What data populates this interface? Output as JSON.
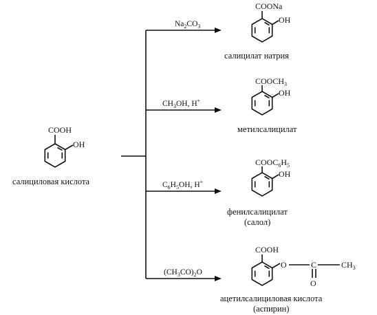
{
  "start": {
    "group": "COOH",
    "oh": "OH",
    "name": "салициловая кислота"
  },
  "reactions": [
    {
      "reagent_parts": [
        "Na",
        "2",
        "CO",
        "3"
      ],
      "product_group": "COONa",
      "product_oh": "OH",
      "product_name": "салицилат натрия"
    },
    {
      "reagent_parts": [
        "CH",
        "3",
        "OH, H",
        "+"
      ],
      "product_group_parts": [
        "COOCH",
        "3"
      ],
      "product_oh": "OH",
      "product_name": "метилсалицилат"
    },
    {
      "reagent_parts": [
        "C",
        "6",
        "H",
        "5",
        "OH, H",
        "+"
      ],
      "product_group_parts": [
        "COOC",
        "6",
        "H",
        "5"
      ],
      "product_oh": "OH",
      "product_name": "фенилсалицилат",
      "product_name2": "(салол)"
    },
    {
      "reagent_parts": [
        "(CH",
        "3",
        "CO)",
        "2",
        "O"
      ],
      "product_group": "COOH",
      "ester_o": "O",
      "ester_c": "C",
      "ester_ch3_parts": [
        "CH",
        "3"
      ],
      "ester_carbonyl_o": "O",
      "product_name": "ацетилсалициловая кислота",
      "product_name2": "(аспирин)"
    }
  ]
}
